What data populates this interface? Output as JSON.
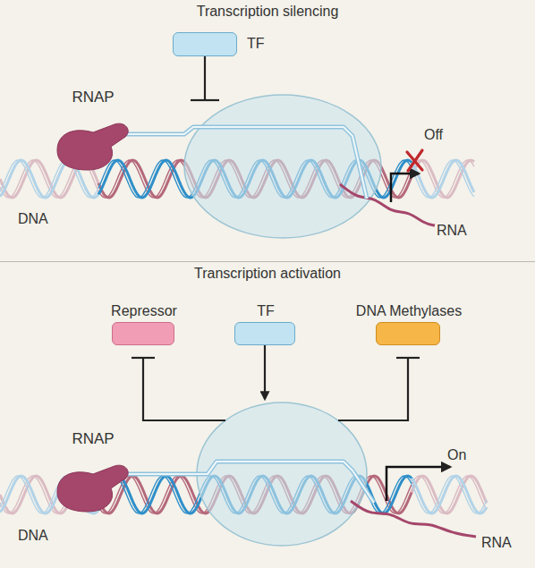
{
  "diagram": {
    "nodes": [
      {
        "text": [
          "Transcription silencing"
        ]
      },
      {
        "text": [
          "TF"
        ],
        "in": 0
      },
      {
        "text": [
          "RNAP"
        ],
        "in": 0
      },
      {
        "text": [
          "Transcription activation"
        ]
      },
      {
        "text": [
          "Repressor"
        ],
        "in": 3
      },
      {
        "text": [
          "TF"
        ],
        "in": 3
      },
      {
        "text": [
          "DNA Methylases"
        ],
        "in": 3
      },
      {
        "text": [
          "RNAP"
        ],
        "in": 3
      }
    ],
    "labels": [
      "Off",
      "DNA",
      "RNA",
      "On",
      "DNA",
      "RNA"
    ]
  }
}
